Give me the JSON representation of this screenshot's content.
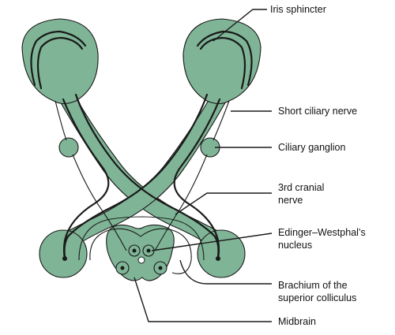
{
  "colors": {
    "tissue": "#7fb596",
    "outline": "#1a1a1a",
    "background": "#ffffff"
  },
  "labels": {
    "iris_sphincter": "Iris sphincter",
    "short_ciliary_nerve": "Short ciliary nerve",
    "ciliary_ganglion": "Ciliary ganglion",
    "third_cranial_nerve_line1": "3rd cranial",
    "third_cranial_nerve_line2": "nerve",
    "edinger_westphal_line1": "Edinger–Westphal’s",
    "edinger_westphal_line2": "nucleus",
    "brachium_line1": "Brachium of the",
    "brachium_line2": "superior colliculus",
    "midbrain": "Midbrain"
  }
}
